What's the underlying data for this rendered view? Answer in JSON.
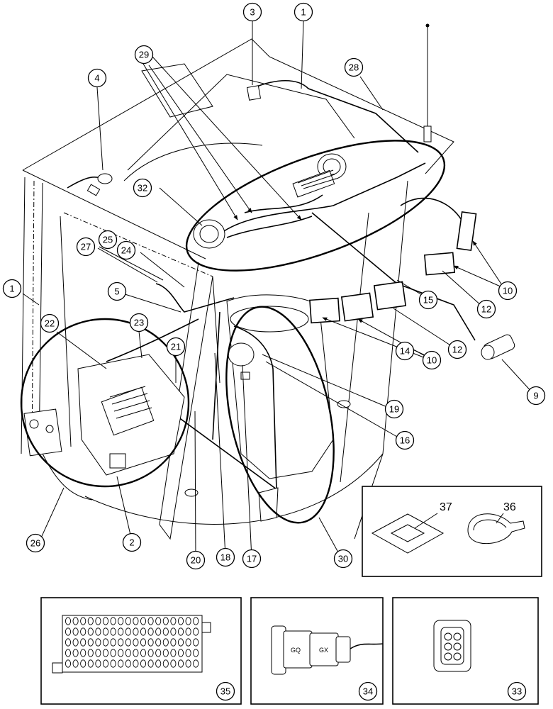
{
  "callouts": [
    {
      "id": "c1a",
      "label": "1"
    },
    {
      "id": "c1b",
      "label": "1"
    },
    {
      "id": "c2",
      "label": "2"
    },
    {
      "id": "c3",
      "label": "3"
    },
    {
      "id": "c4",
      "label": "4"
    },
    {
      "id": "c5",
      "label": "5"
    },
    {
      "id": "c9",
      "label": "9"
    },
    {
      "id": "c10a",
      "label": "10"
    },
    {
      "id": "c10b",
      "label": "10"
    },
    {
      "id": "c12a",
      "label": "12"
    },
    {
      "id": "c12b",
      "label": "12"
    },
    {
      "id": "c14",
      "label": "14"
    },
    {
      "id": "c15",
      "label": "15"
    },
    {
      "id": "c16",
      "label": "16"
    },
    {
      "id": "c17",
      "label": "17"
    },
    {
      "id": "c18",
      "label": "18"
    },
    {
      "id": "c19",
      "label": "19"
    },
    {
      "id": "c20",
      "label": "20"
    },
    {
      "id": "c21",
      "label": "21"
    },
    {
      "id": "c22",
      "label": "22"
    },
    {
      "id": "c23",
      "label": "23"
    },
    {
      "id": "c24",
      "label": "24"
    },
    {
      "id": "c25",
      "label": "25"
    },
    {
      "id": "c26",
      "label": "26"
    },
    {
      "id": "c27",
      "label": "27"
    },
    {
      "id": "c28",
      "label": "28"
    },
    {
      "id": "c29",
      "label": "29"
    },
    {
      "id": "c30",
      "label": "30"
    },
    {
      "id": "c32",
      "label": "32"
    },
    {
      "id": "c33",
      "label": "33"
    },
    {
      "id": "c34",
      "label": "34"
    },
    {
      "id": "c35",
      "label": "35"
    }
  ],
  "inset_labels": {
    "tie_mount": "37",
    "cable_tie": "36"
  },
  "connector_stamps": {
    "left": "GQ",
    "right": "GX"
  }
}
